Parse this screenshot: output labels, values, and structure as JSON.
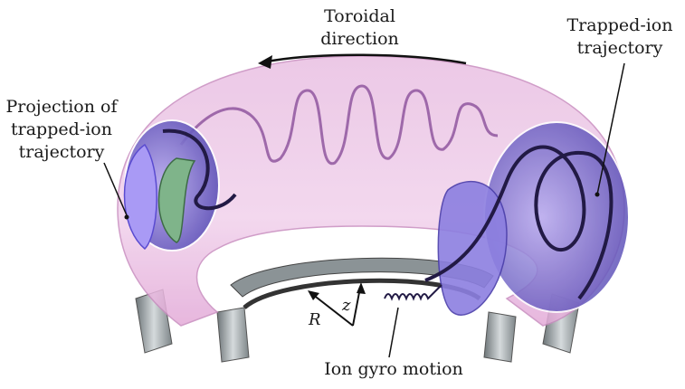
{
  "labels": {
    "toroidal_line1": "Toroidal",
    "toroidal_line2": "direction",
    "trapped_line1": "Trapped-ion",
    "trapped_line2": "trajectory",
    "projection_line1": "Projection of",
    "projection_line2": "trapped-ion",
    "projection_line3": "trajectory",
    "gyro": "Ion gyro motion",
    "axis_r": "R",
    "axis_z": "z"
  },
  "colors": {
    "torus": "#e6b3dc",
    "cross_section": "#7d6fd0",
    "projection": "#a99af5",
    "green_section": "#7fb48a",
    "trajectory": "#2a1f4f",
    "coil": "#9aa3a6"
  }
}
